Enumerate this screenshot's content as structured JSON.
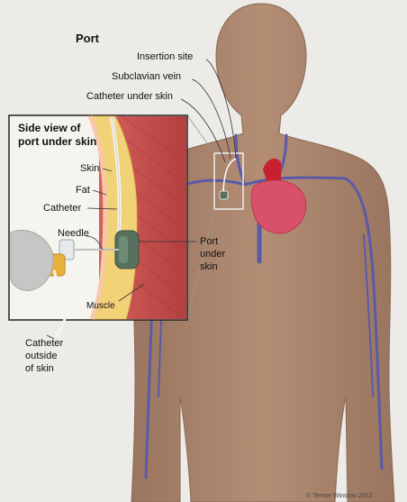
{
  "diagram": {
    "title": "Port",
    "inset_title_line1": "Side view of",
    "inset_title_line2": "port under skin",
    "labels": {
      "insertion_site": "Insertion site",
      "subclavian_vein": "Subclavian vein",
      "catheter_under_skin": "Catheter under skin",
      "skin": "Skin",
      "fat": "Fat",
      "catheter": "Catheter",
      "needle": "Needle",
      "muscle": "Muscle",
      "port_under_skin_line1": "Port",
      "port_under_skin_line2": "under",
      "port_under_skin_line3": "skin",
      "catheter_outside_line1": "Catheter",
      "catheter_outside_line2": "outside",
      "catheter_outside_line3": "of skin"
    },
    "credit": "© Terese Winslow 2012"
  },
  "colors": {
    "background": "#ecebe8",
    "body": "#a9826a",
    "vein": "#5a5aa8",
    "heart": "#d9506a",
    "artery": "#c8202e",
    "muscle": "#c2504e",
    "fat": "#f2d277",
    "port": "#58705e"
  }
}
